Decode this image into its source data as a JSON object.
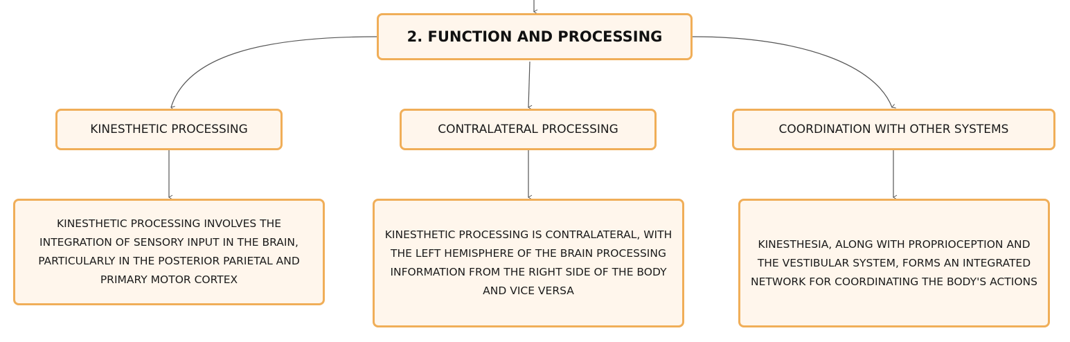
{
  "root": {
    "label": "2. FUNCTION AND PROCESSING"
  },
  "branches": [
    {
      "label": "KINESTHETIC PROCESSING",
      "detail": "KINESTHETIC PROCESSING INVOLVES THE INTEGRATION OF SENSORY INPUT IN THE BRAIN, PARTICULARLY IN THE POSTERIOR PARIETAL AND PRIMARY MOTOR CORTEX"
    },
    {
      "label": "CONTRALATERAL PROCESSING",
      "detail": "KINESTHETIC PROCESSING IS CONTRALATERAL, WITH THE LEFT HEMISPHERE OF THE BRAIN PROCESSING INFORMATION FROM THE RIGHT SIDE OF THE BODY AND VICE VERSA"
    },
    {
      "label": "COORDINATION WITH OTHER SYSTEMS",
      "detail": "KINESTHESIA, ALONG WITH PROPRIOCEPTION AND THE VESTIBULAR SYSTEM, FORMS AN INTEGRATED NETWORK FOR COORDINATING THE BODY'S ACTIONS"
    }
  ],
  "colors": {
    "node_fill": "#fff6ec",
    "node_border": "#f0ae58",
    "connector": "#555555",
    "text": "#1a1a1a"
  }
}
